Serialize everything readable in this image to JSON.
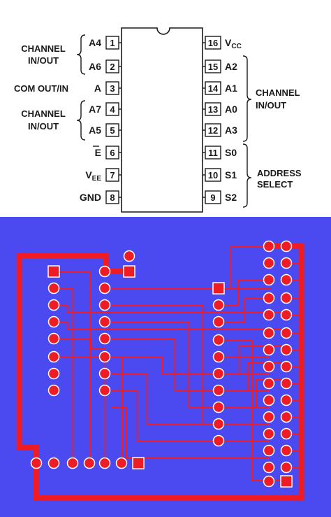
{
  "pinout": {
    "left_pins": [
      {
        "num": "1",
        "signal": "A4",
        "sub": ""
      },
      {
        "num": "2",
        "signal": "A6",
        "sub": ""
      },
      {
        "num": "3",
        "signal": "A",
        "sub": ""
      },
      {
        "num": "4",
        "signal": "A7",
        "sub": ""
      },
      {
        "num": "5",
        "signal": "A5",
        "sub": ""
      },
      {
        "num": "6",
        "signal": "E",
        "sub": ""
      },
      {
        "num": "7",
        "signal": "V",
        "sub": "EE"
      },
      {
        "num": "8",
        "signal": "GND",
        "sub": ""
      }
    ],
    "right_pins": [
      {
        "num": "16",
        "signal": "V",
        "sub": "CC"
      },
      {
        "num": "15",
        "signal": "A2",
        "sub": ""
      },
      {
        "num": "14",
        "signal": "A1",
        "sub": ""
      },
      {
        "num": "13",
        "signal": "A0",
        "sub": ""
      },
      {
        "num": "12",
        "signal": "A3",
        "sub": ""
      },
      {
        "num": "11",
        "signal": "S0",
        "sub": ""
      },
      {
        "num": "10",
        "signal": "S1",
        "sub": ""
      },
      {
        "num": "9",
        "signal": "S2",
        "sub": ""
      }
    ],
    "groups": {
      "left_channel_top": [
        "CHANNEL",
        "IN/OUT"
      ],
      "com": "COM OUT/IN",
      "left_channel_bottom": [
        "CHANNEL",
        "IN/OUT"
      ],
      "right_channel": [
        "CHANNEL",
        "IN/OUT"
      ],
      "address_select": [
        "ADDRESS",
        "SELECT"
      ]
    }
  },
  "colors": {
    "board": "#4a4af0",
    "copper": "#ee1c24",
    "ink": "#1a1a1a"
  }
}
